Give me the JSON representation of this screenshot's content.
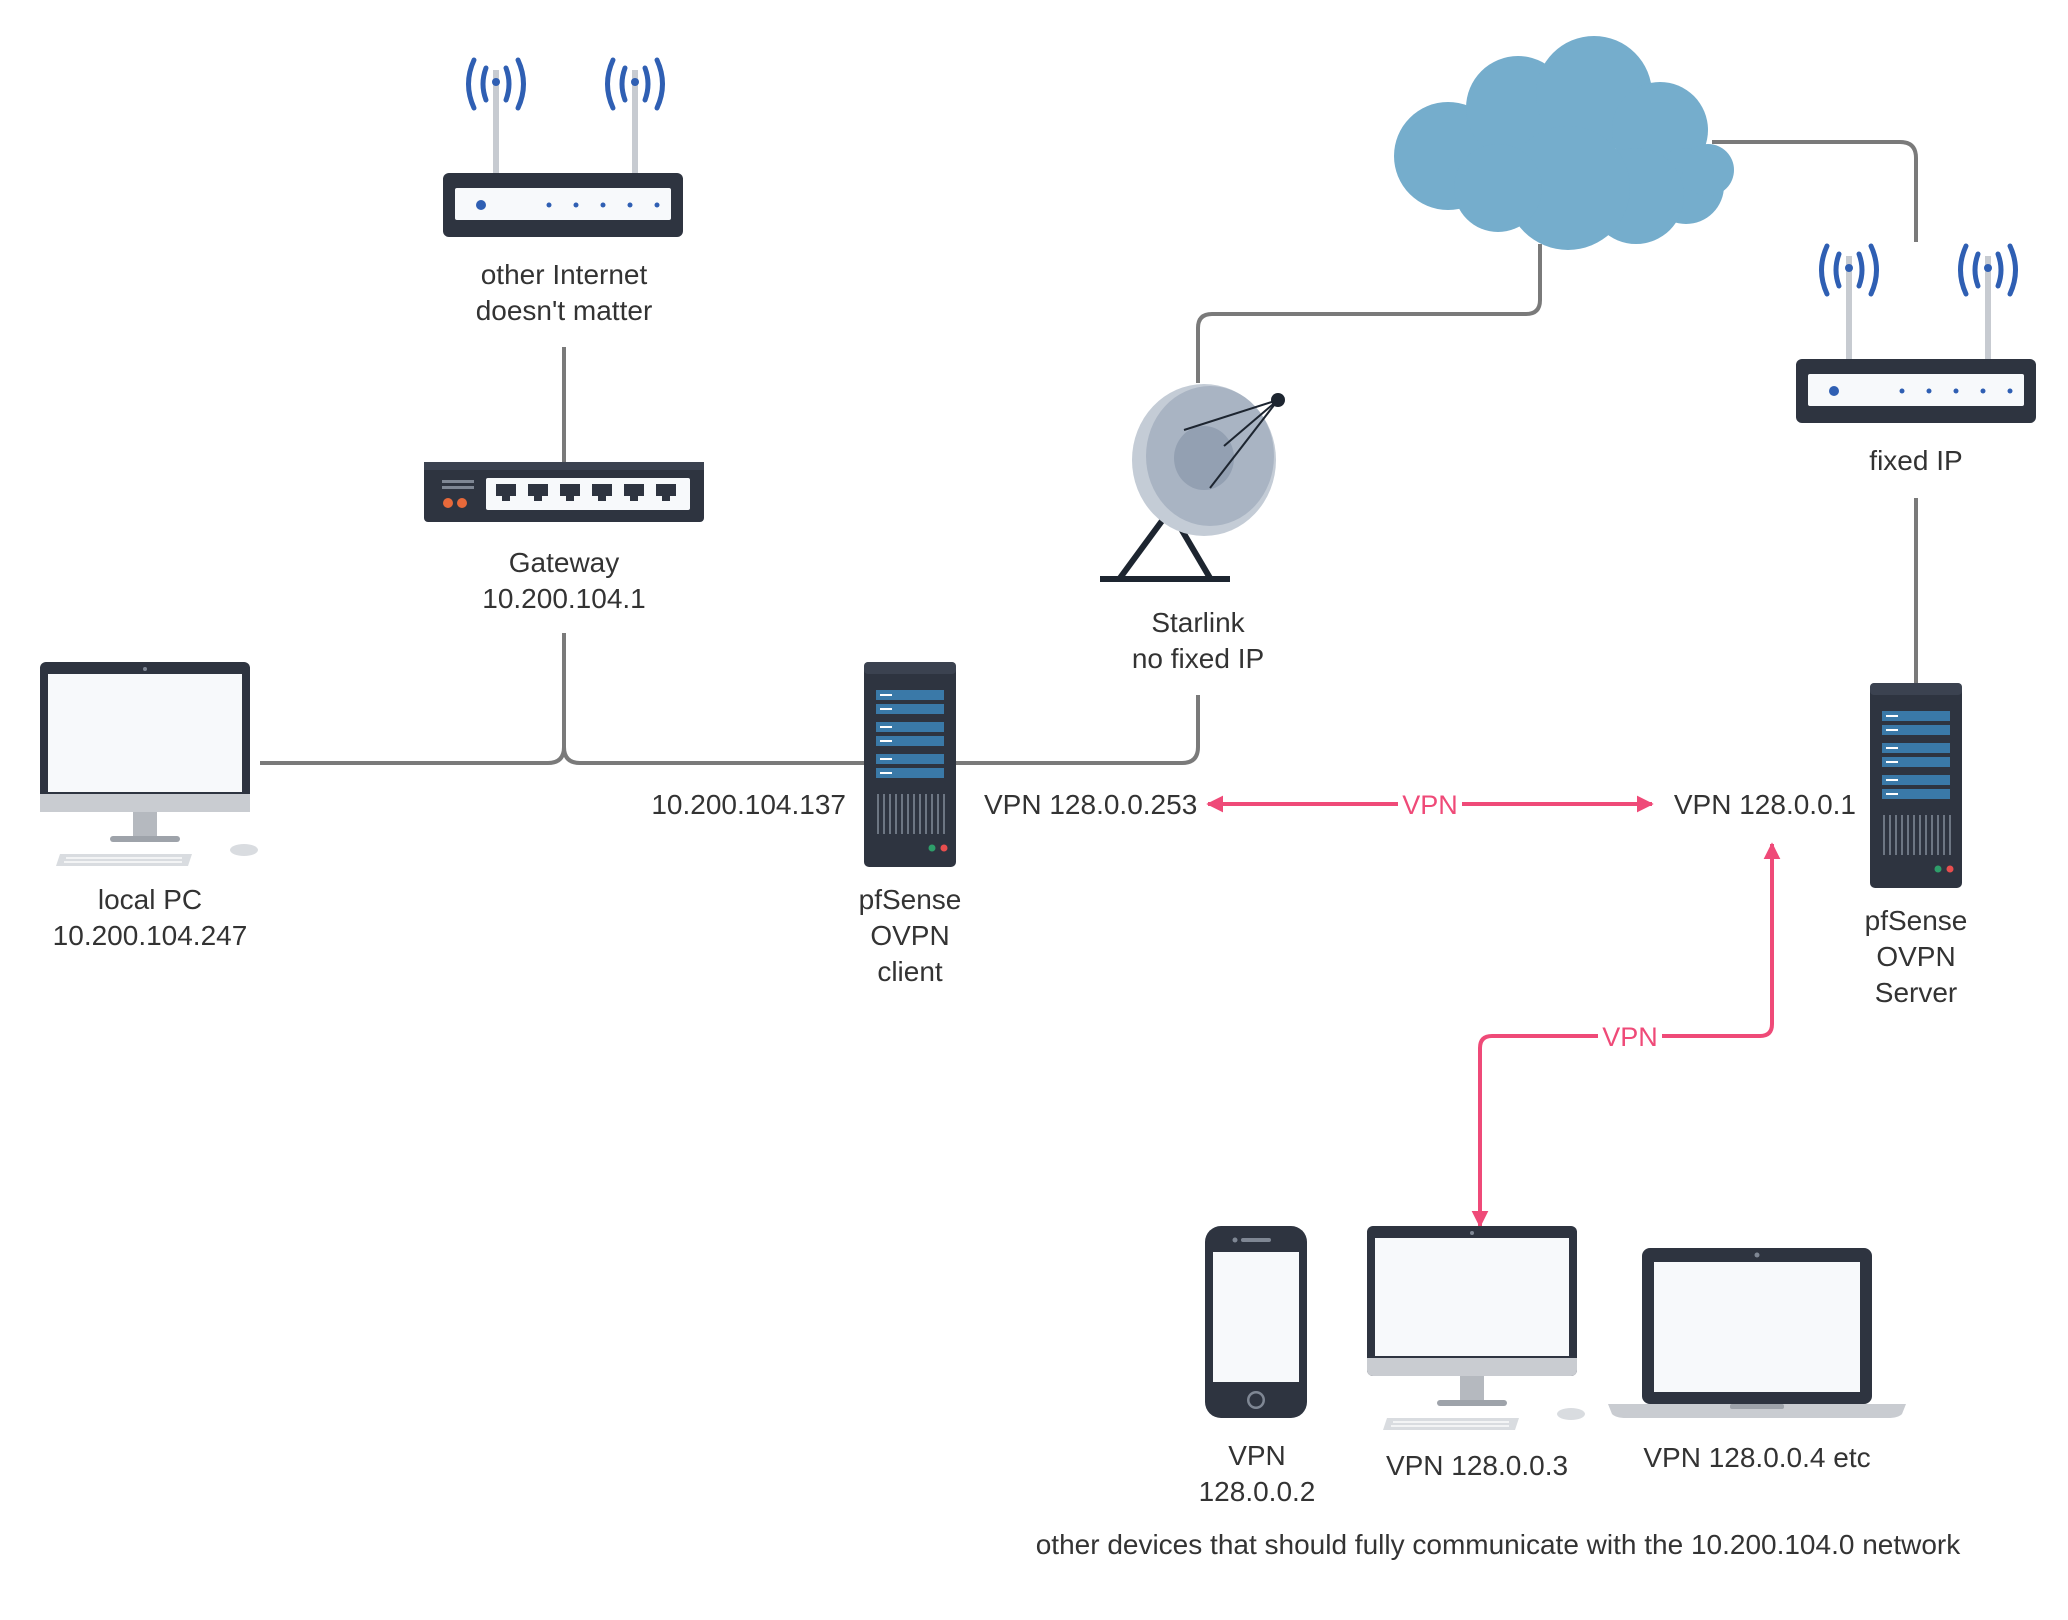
{
  "colors": {
    "wire": "#7a7a7a",
    "vpn": "#ef4a78",
    "device_dark": "#2e3440",
    "cloud": "#75adcc",
    "signal": "#2f5fb3",
    "screen": "#f7f9fb",
    "server_blue": "#3a79a8",
    "dish": "#a9b4c3"
  },
  "nodes": {
    "router_other": {
      "icon": "wifi-router-icon",
      "label_lines": [
        "other Internet",
        "doesn't matter"
      ]
    },
    "gateway": {
      "icon": "network-switch-icon",
      "label_lines": [
        "Gateway",
        "10.200.104.1"
      ]
    },
    "local_pc": {
      "icon": "desktop-monitor-icon",
      "label_lines": [
        "local PC",
        "10.200.104.247"
      ]
    },
    "pfsense_client": {
      "icon": "server-tower-icon",
      "label_lines": [
        "pfSense",
        "OVPN",
        "client"
      ],
      "lan_ip": "10.200.104.137",
      "vpn_ip": "VPN 128.0.0.253"
    },
    "starlink": {
      "icon": "satellite-dish-icon",
      "label_lines": [
        "Starlink",
        "no fixed IP"
      ]
    },
    "internet": {
      "icon": "cloud-icon"
    },
    "router_fixed": {
      "icon": "wifi-router-icon",
      "label_lines": [
        "fixed IP"
      ]
    },
    "pfsense_server": {
      "icon": "server-tower-icon",
      "label_lines": [
        "pfSense",
        "OVPN",
        "Server"
      ],
      "vpn_ip": "VPN 128.0.0.1"
    },
    "phone": {
      "icon": "smartphone-icon",
      "label_lines": [
        "VPN",
        "128.0.0.2"
      ]
    },
    "desktop": {
      "icon": "desktop-monitor-icon",
      "label_lines": [
        "VPN 128.0.0.3"
      ]
    },
    "laptop": {
      "icon": "laptop-icon",
      "label_lines": [
        "VPN 128.0.0.4 etc"
      ]
    }
  },
  "links": {
    "vpn_tunnel_label": "VPN",
    "vpn_clients_label": "VPN"
  },
  "footer_caption": "other devices that should fully communicate with the 10.200.104.0 network"
}
